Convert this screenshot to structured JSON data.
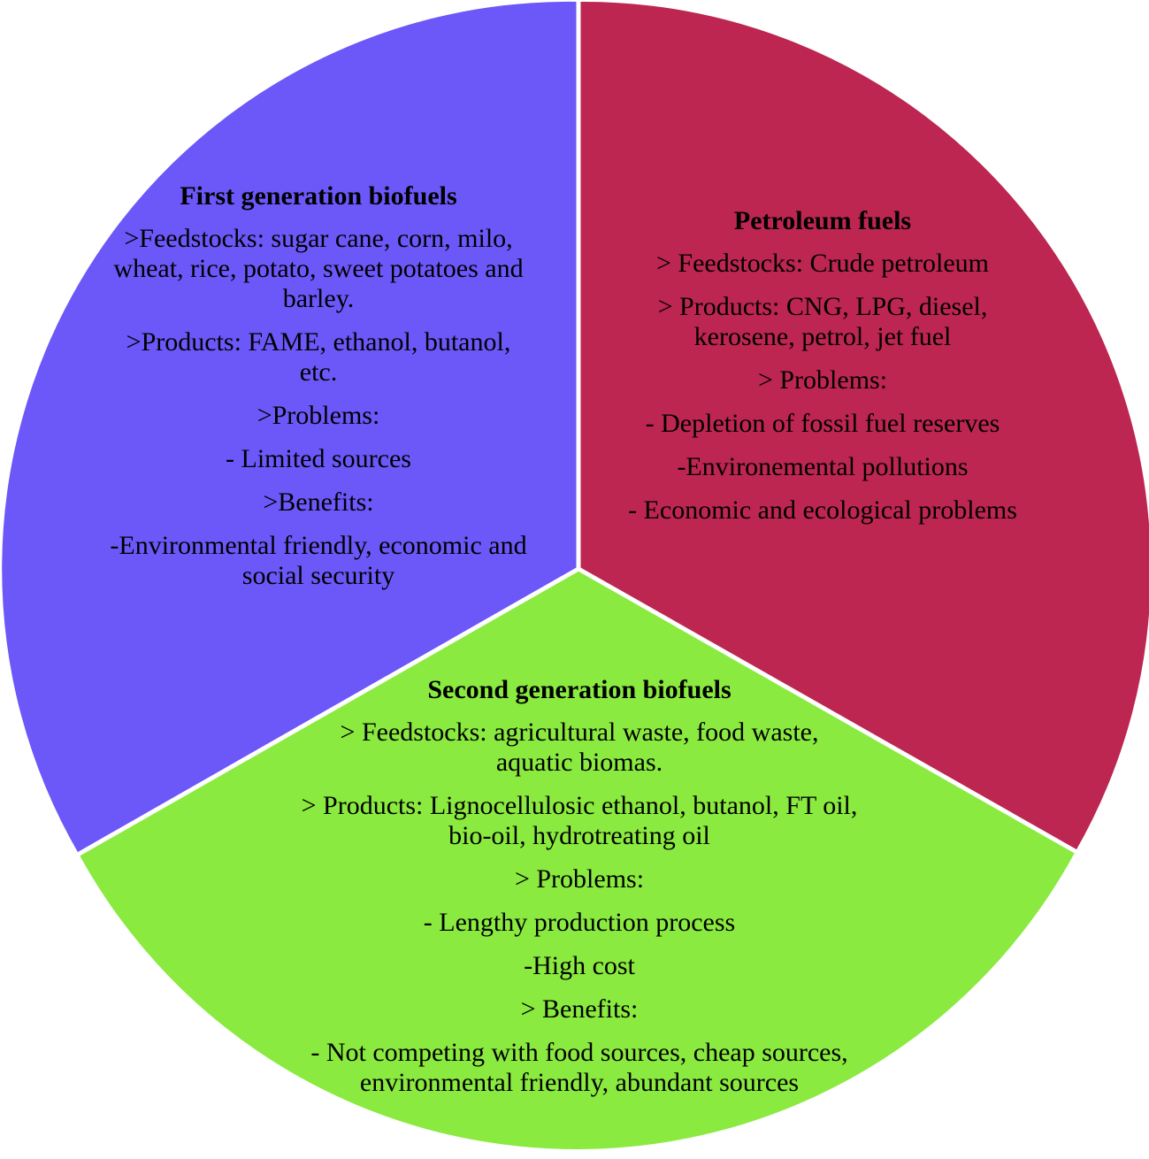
{
  "colors": {
    "first": "#6c57f8",
    "petroleum": "#bc2650",
    "second": "#8aea3f",
    "divider": "#ffffff"
  },
  "sectors": {
    "first": {
      "title": "First generation biofuels",
      "lines": [
        ">Feedstocks:  sugar cane, corn, milo, wheat, rice, potato, sweet potatoes and barley.",
        ">Products: FAME, ethanol, butanol, etc.",
        ">Problems:",
        "- Limited sources",
        ">Benefits:",
        "-Environmental friendly, economic and social security"
      ]
    },
    "petroleum": {
      "title": "Petroleum fuels",
      "lines": [
        "> Feedstocks: Crude petroleum",
        "> Products: CNG, LPG, diesel, kerosene, petrol, jet fuel",
        "> Problems:",
        "- Depletion of fossil fuel reserves",
        "-Environemental pollutions",
        "- Economic and ecological problems"
      ]
    },
    "second": {
      "title": "Second generation biofuels",
      "lines": [
        "> Feedstocks: agricultural waste, food waste, aquatic biomas.",
        "> Products: Lignocellulosic ethanol, butanol, FT oil, bio-oil, hydrotreating oil",
        "> Problems:",
        "- Lengthy production process",
        "-High cost",
        "> Benefits:",
        "- Not competing with food sources, cheap sources, environmental friendly, abundant sources"
      ]
    }
  }
}
